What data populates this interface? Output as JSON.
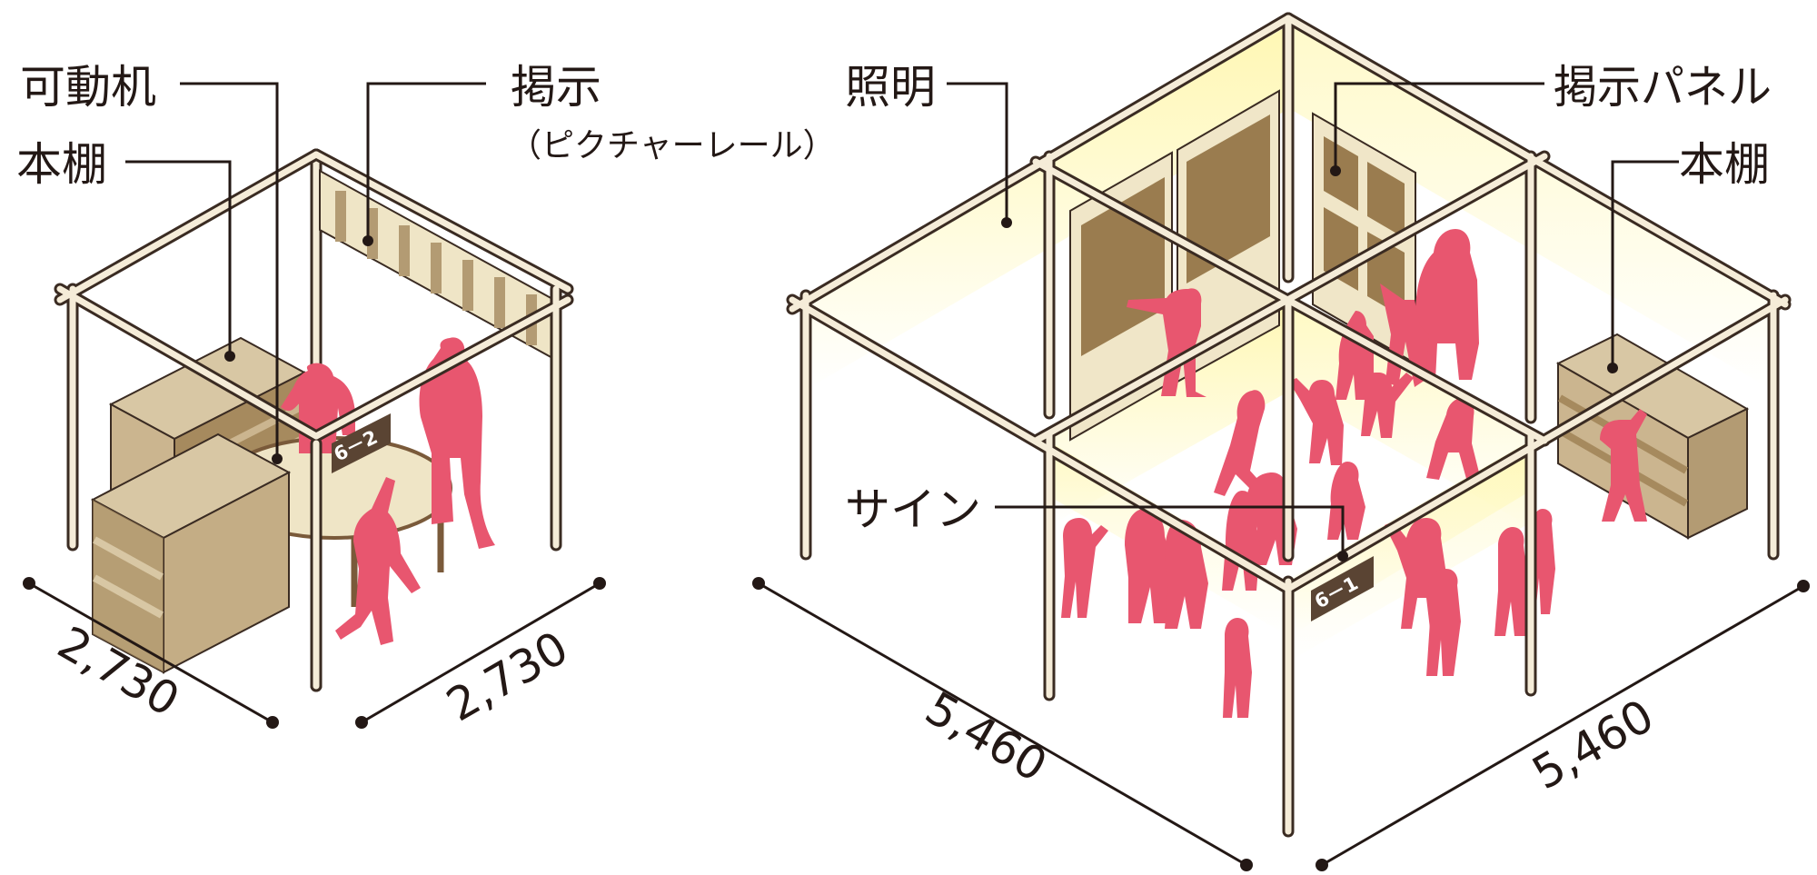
{
  "left_booth": {
    "labels": {
      "movable_desk": "可動机",
      "bookshelf": "本棚",
      "display": "掲示",
      "display_sub": "（ピクチャーレール）"
    },
    "sign": "6－2",
    "dim_left": "2,730",
    "dim_right": "2,730"
  },
  "right_booth": {
    "labels": {
      "lighting": "照明",
      "display_panel": "掲示パネル",
      "bookshelf": "本棚",
      "sign": "サイン"
    },
    "sign": "6－1",
    "dim_left": "5,460",
    "dim_right": "5,460"
  },
  "colors": {
    "frame": "#f5ecd8",
    "frame_outline": "#3a2b22",
    "shelf": "#cbb58f",
    "shelf_side": "#b39b73",
    "shelf_inner": "#a68a5e",
    "table": "#efe5c6",
    "panel_board": "#f0e6c8",
    "panel_image": "#9a7c4f",
    "people": "#e8566f",
    "sign_bg": "#5a4433",
    "light_glow": "#fff7b0",
    "line": "#231815"
  }
}
